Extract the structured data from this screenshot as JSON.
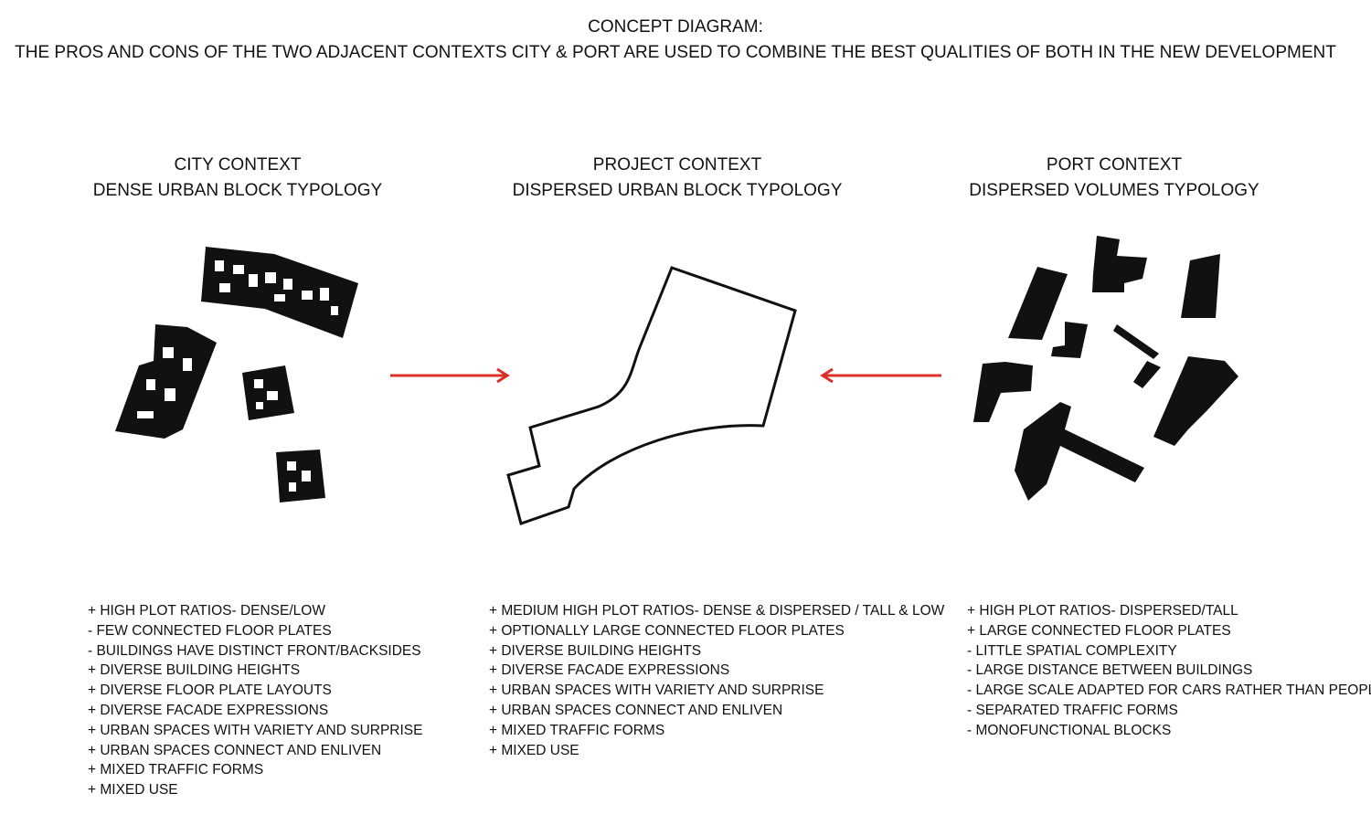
{
  "title": {
    "line1": "CONCEPT DIAGRAM:",
    "line2": "THE PROS AND CONS OF THE TWO ADJACENT CONTEXTS CITY & PORT ARE USED TO COMBINE THE BEST QUALITIES OF BOTH IN THE NEW DEVELOPMENT"
  },
  "columns": [
    {
      "heading1": "CITY CONTEXT",
      "heading2": "DENSE URBAN BLOCK TYPOLOGY",
      "items": [
        "+ HIGH PLOT RATIOS- DENSE/LOW",
        "- FEW CONNECTED FLOOR PLATES",
        "- BUILDINGS HAVE DISTINCT FRONT/BACKSIDES",
        "+ DIVERSE BUILDING HEIGHTS",
        "+ DIVERSE FLOOR PLATE LAYOUTS",
        "+ DIVERSE FACADE EXPRESSIONS",
        "+ URBAN SPACES WITH VARIETY AND SURPRISE",
        "+ URBAN SPACES CONNECT AND ENLIVEN",
        "+ MIXED TRAFFIC FORMS",
        "+ MIXED USE"
      ]
    },
    {
      "heading1": "PROJECT CONTEXT",
      "heading2": "DISPERSED URBAN BLOCK TYPOLOGY",
      "items": [
        "+ MEDIUM HIGH PLOT RATIOS- DENSE & DISPERSED / TALL & LOW",
        "+ OPTIONALLY LARGE CONNECTED FLOOR PLATES",
        "+ DIVERSE BUILDING HEIGHTS",
        "+ DIVERSE FACADE EXPRESSIONS",
        "+ URBAN SPACES WITH VARIETY AND SURPRISE",
        "+ URBAN SPACES CONNECT AND ENLIVEN",
        "+ MIXED TRAFFIC FORMS",
        "+ MIXED USE"
      ]
    },
    {
      "heading1": "PORT CONTEXT",
      "heading2": "DISPERSED VOLUMES TYPOLOGY",
      "items": [
        "+ HIGH PLOT RATIOS- DISPERSED/TALL",
        "+ LARGE CONNECTED FLOOR PLATES",
        "- LITTLE SPATIAL COMPLEXITY",
        "- LARGE DISTANCE BETWEEN BUILDINGS",
        "- LARGE SCALE ADAPTED FOR CARS RATHER THAN PEOPLE",
        "- SEPARATED TRAFFIC FORMS",
        "- MONOFUNCTIONAL BLOCKS"
      ]
    }
  ],
  "colors": {
    "arrow": "#d9302a",
    "ink": "#111111"
  }
}
